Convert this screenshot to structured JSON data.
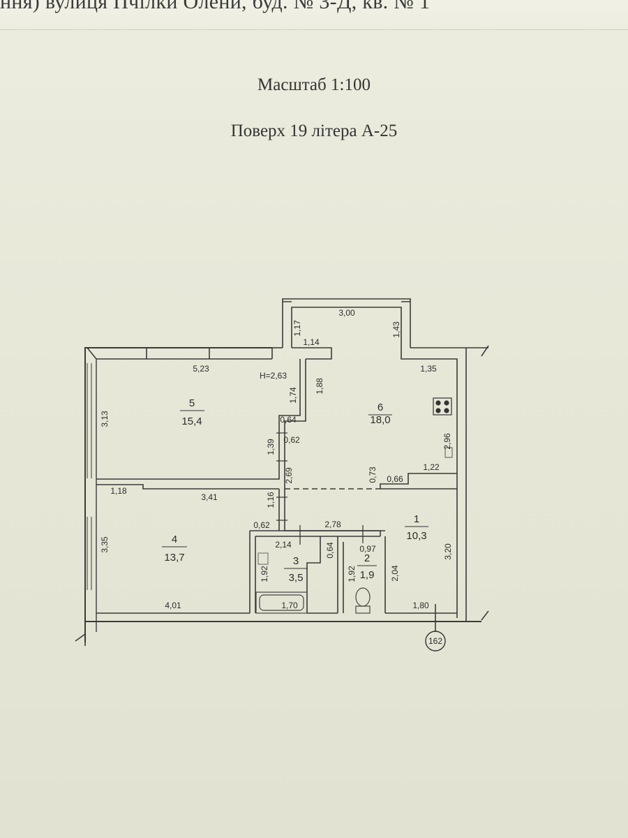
{
  "header": {
    "address": "ння)  вулиця Пчілки Олени, буд. № 3-Д, кв. № 1"
  },
  "scale_label": "Масштаб 1:100",
  "floor_label": "Поверх 19 літера А-25",
  "ceiling_height": "H=2,63",
  "rooms": [
    {
      "number": "1",
      "area": "10,3"
    },
    {
      "number": "2",
      "area": "1,9"
    },
    {
      "number": "3",
      "area": "3,5"
    },
    {
      "number": "4",
      "area": "13,7"
    },
    {
      "number": "5",
      "area": "15,4"
    },
    {
      "number": "6",
      "area": "18,0"
    }
  ],
  "dimensions": {
    "balcony_width": "3,00",
    "balcony_left": "1,17",
    "balcony_right": "1,43",
    "step_1_14": "1,14",
    "room5_width": "5,23",
    "room5_height": "3,13",
    "d_1_74": "1,74",
    "d_1_88": "1,88",
    "d_0_64a": "0,64",
    "d_0_62a": "0,62",
    "d_1_39": "1,39",
    "d_2_69": "2,69",
    "d_1_35": "1,35",
    "d_2_96": "2,96",
    "d_1_22": "1,22",
    "d_0_73": "0,73",
    "d_0_66": "0,66",
    "d_1_18": "1,18",
    "d_3_41": "3,41",
    "d_1_16": "1,16",
    "d_0_62b": "0,62",
    "d_2_78": "2,78",
    "d_2_14": "2,14",
    "d_0_64b": "0,64",
    "d_0_97": "0,97",
    "d_3_35": "3,35",
    "d_1_92a": "1,92",
    "d_1_92b": "1,92",
    "d_2_04": "2,04",
    "d_3_20": "3,20",
    "d_4_01": "4,01",
    "d_1_70": "1,70",
    "d_1_80": "1,80"
  },
  "axis_marker": "162"
}
